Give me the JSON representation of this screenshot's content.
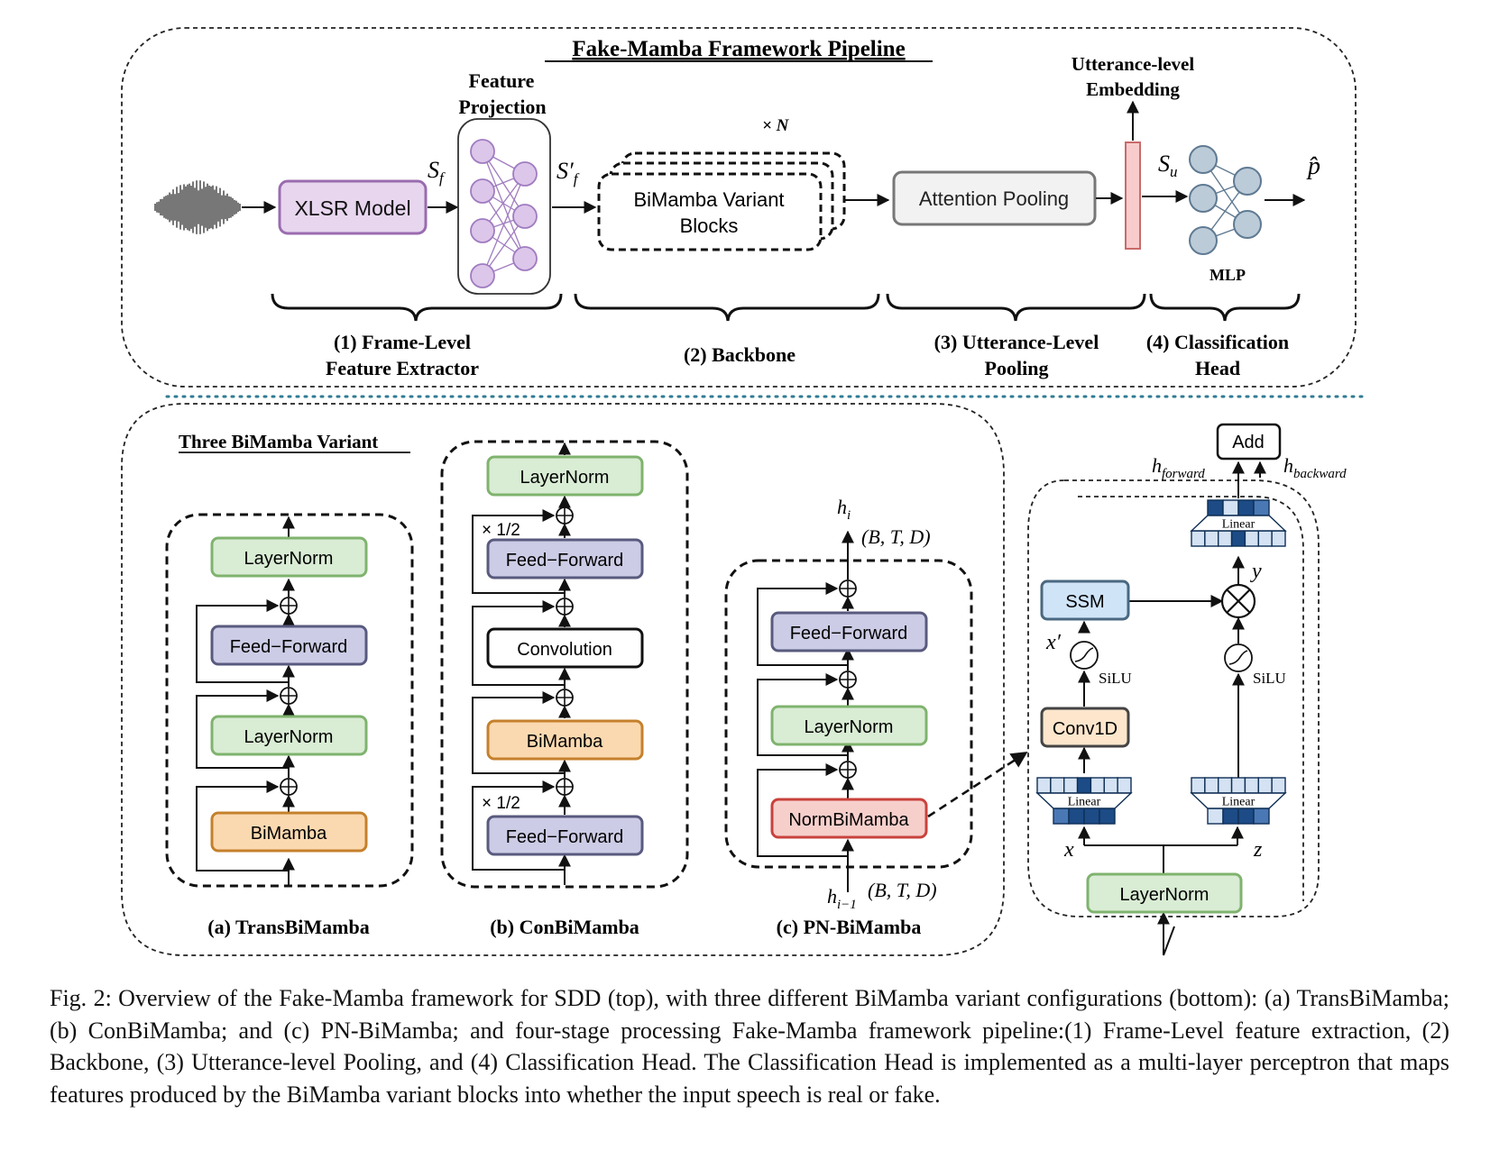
{
  "top": {
    "title": "Fake-Mamba Framework Pipeline",
    "xlsr": "XLSR Model",
    "feature_projection": [
      "Feature",
      "Projection"
    ],
    "sf": "S",
    "sf_sub": "f",
    "sfp": "S′",
    "sfp_sub": "f",
    "times_n": "× N",
    "bimamba_blocks": [
      "BiMamba Variant",
      "Blocks"
    ],
    "attention_pooling": "Attention Pooling",
    "utterance_embedding": [
      "Utterance-level",
      "Embedding"
    ],
    "su": "S",
    "su_sub": "u",
    "p_hat": "p̂",
    "mlp": "MLP",
    "stage1": [
      "(1) Frame-Level",
      "Feature Extractor"
    ],
    "stage2": "(2) Backbone",
    "stage3": [
      "(3) Utterance-Level",
      "Pooling"
    ],
    "stage4": [
      "(4) Classification",
      "Head"
    ]
  },
  "bottom": {
    "title": "Three BiMamba Variant",
    "trans": {
      "caption": "(a) TransBiMamba",
      "blocks": [
        "LayerNorm",
        "Feed−Forward",
        "LayerNorm",
        "BiMamba"
      ]
    },
    "con": {
      "caption": "(b) ConBiMamba",
      "blocks": [
        "LayerNorm",
        "Feed−Forward",
        "Convolution",
        "BiMamba",
        "Feed−Forward"
      ],
      "half_top": "× 1/2",
      "half_bottom": "× 1/2"
    },
    "pn": {
      "caption": "(c) PN-BiMamba",
      "blocks": [
        "Feed−Forward",
        "LayerNorm",
        "NormBiMamba"
      ],
      "h_out": "h",
      "h_out_sub": "i",
      "h_in": "h",
      "h_in_sub": "i−1",
      "shape_top": "(B, T, D)",
      "shape_bottom": "(B, T, D)"
    },
    "detail": {
      "add": "Add",
      "h_forward": "h",
      "h_forward_sub": "forward",
      "h_backward": "h",
      "h_backward_sub": "backward",
      "linear": "Linear",
      "ssm": "SSM",
      "conv1d": "Conv1D",
      "layernorm": "LayerNorm",
      "silu": "SiLU",
      "x_prime": "x′",
      "x": "x",
      "y": "y",
      "z": "z"
    }
  },
  "caption": "Fig. 2: Overview of the Fake-Mamba framework for SDD (top), with three different BiMamba variant configurations (bottom): (a) TransBiMamba; (b) ConBiMamba; and (c) PN-BiMamba; and four-stage processing Fake-Mamba framework pipeline:(1) Frame-Level feature extraction, (2) Backbone, (3) Utterance-level Pooling, and (4) Classification Head. The Classification Head is implemented as a multi-layer perceptron that maps features produced by the BiMamba variant blocks into whether the input speech is real or fake.",
  "colors": {
    "xlsr_fill": "#e7d6ee",
    "xlsr_stroke": "#9a6cb0",
    "neuron_fill": "#dcc6ea",
    "neuron_stroke": "#a07cc0",
    "mlp_fill": "#bccbd8",
    "mlp_stroke": "#5f7a92",
    "layernorm_fill": "#d9ecd4",
    "layernorm_stroke": "#7fb36e",
    "ff_fill": "#cccce6",
    "ff_stroke": "#595a7e",
    "bimamba_fill": "#fbd9b0",
    "bimamba_stroke": "#c5802c",
    "norm_fill": "#f6cfcb",
    "norm_stroke": "#c9423c",
    "ssm_fill": "#cfe4f7",
    "ssm_stroke": "#4a6880",
    "conv1d_fill": "#fde6cc",
    "conv1d_stroke": "#444444",
    "embedding_fill": "#f8cccc",
    "embedding_stroke": "#c96a6a",
    "linear_dark": "#1c4b86",
    "linear_mid": "#4a78b4",
    "linear_light": "#d4e2f3",
    "separator": "#2f7b93"
  }
}
